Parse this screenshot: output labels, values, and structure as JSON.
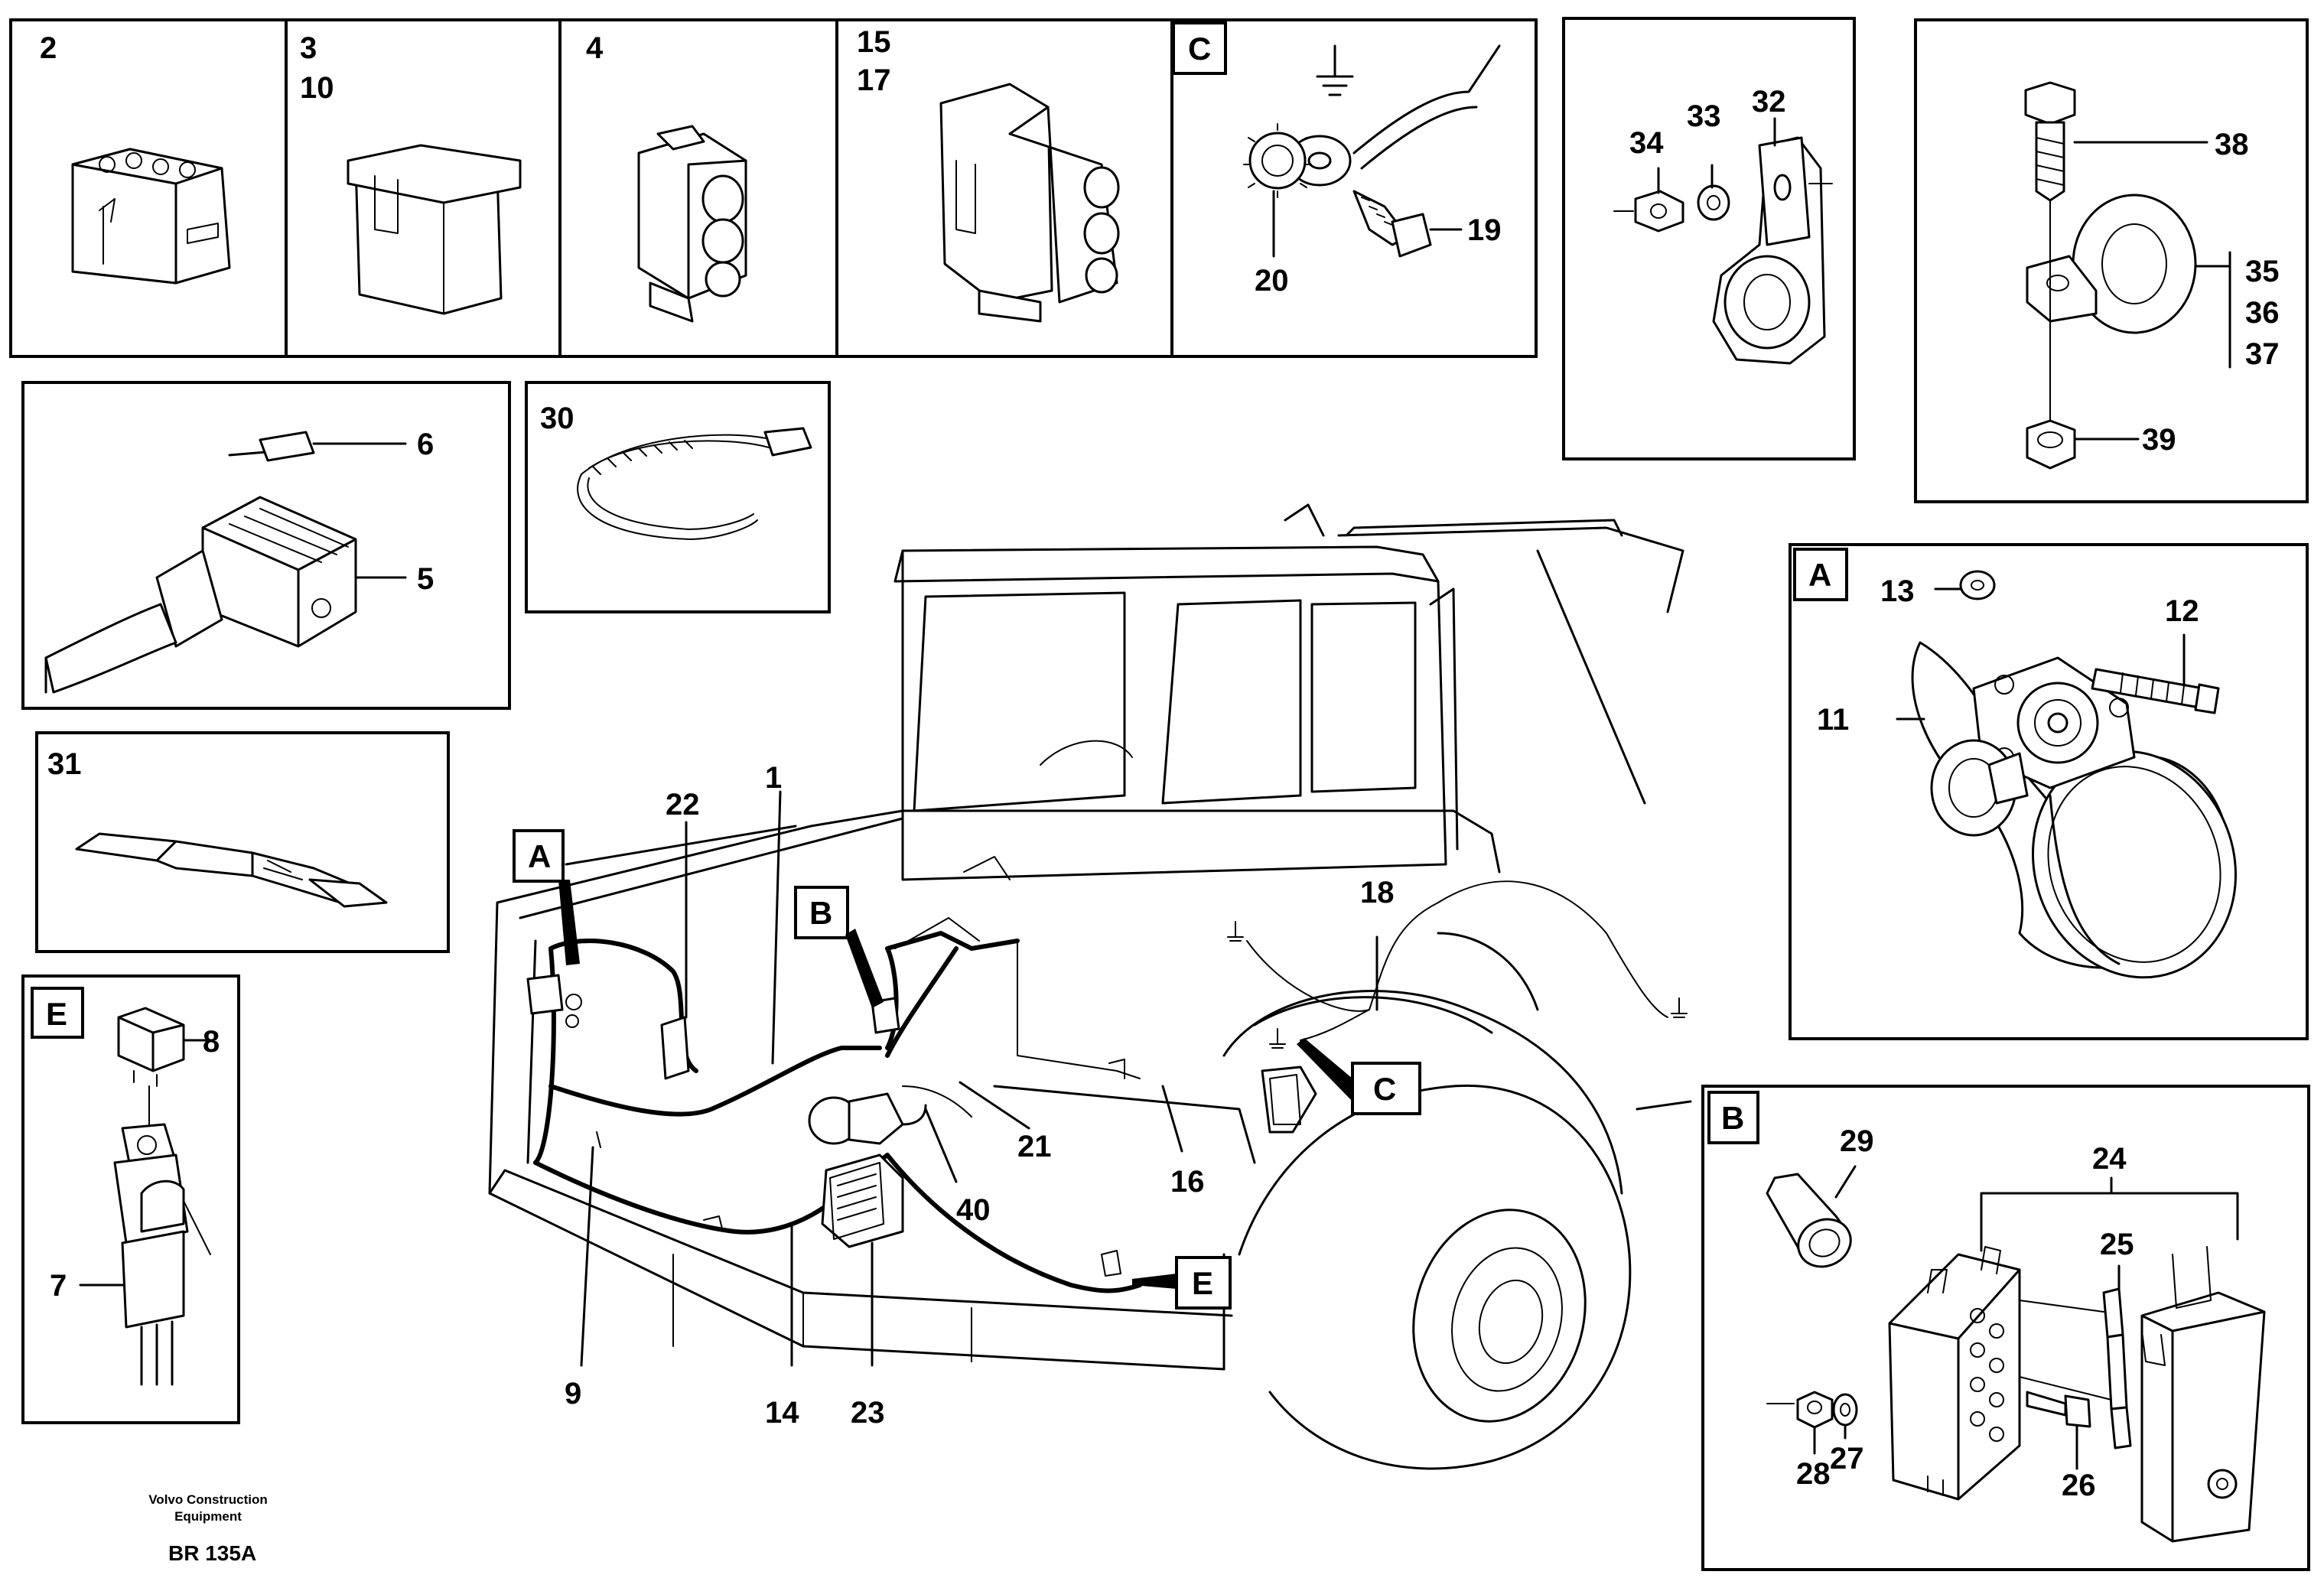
{
  "panel_labels": {
    "p2": [
      "2"
    ],
    "p3": [
      "3",
      "10"
    ],
    "p4": [
      "4"
    ],
    "p15": [
      "15",
      "17"
    ],
    "pC": "C",
    "p30": "30",
    "p31": "31",
    "pE": "E",
    "pA": "A",
    "pB": "B"
  },
  "callouts": {
    "c1": "1",
    "c5": "5",
    "c6": "6",
    "c7": "7",
    "c8": "8",
    "c9": "9",
    "c11": "11",
    "c12": "12",
    "c13": "13",
    "c14": "14",
    "c16": "16",
    "c18": "18",
    "c19": "19",
    "c20": "20",
    "c21": "21",
    "c22": "22",
    "c23": "23",
    "c24": "24",
    "c25": "25",
    "c26": "26",
    "c27": "27",
    "c28": "28",
    "c29": "29",
    "c32": "32",
    "c33": "33",
    "c34": "34",
    "c35": "35",
    "c36": "36",
    "c37": "37",
    "c38": "38",
    "c39": "39",
    "c40": "40"
  },
  "detail_keys": {
    "A": "A",
    "B": "B",
    "C": "C",
    "E": "E"
  },
  "footer": {
    "company_line1": "Volvo Construction",
    "company_line2": "Equipment",
    "drawing_no": "BR 135A"
  }
}
